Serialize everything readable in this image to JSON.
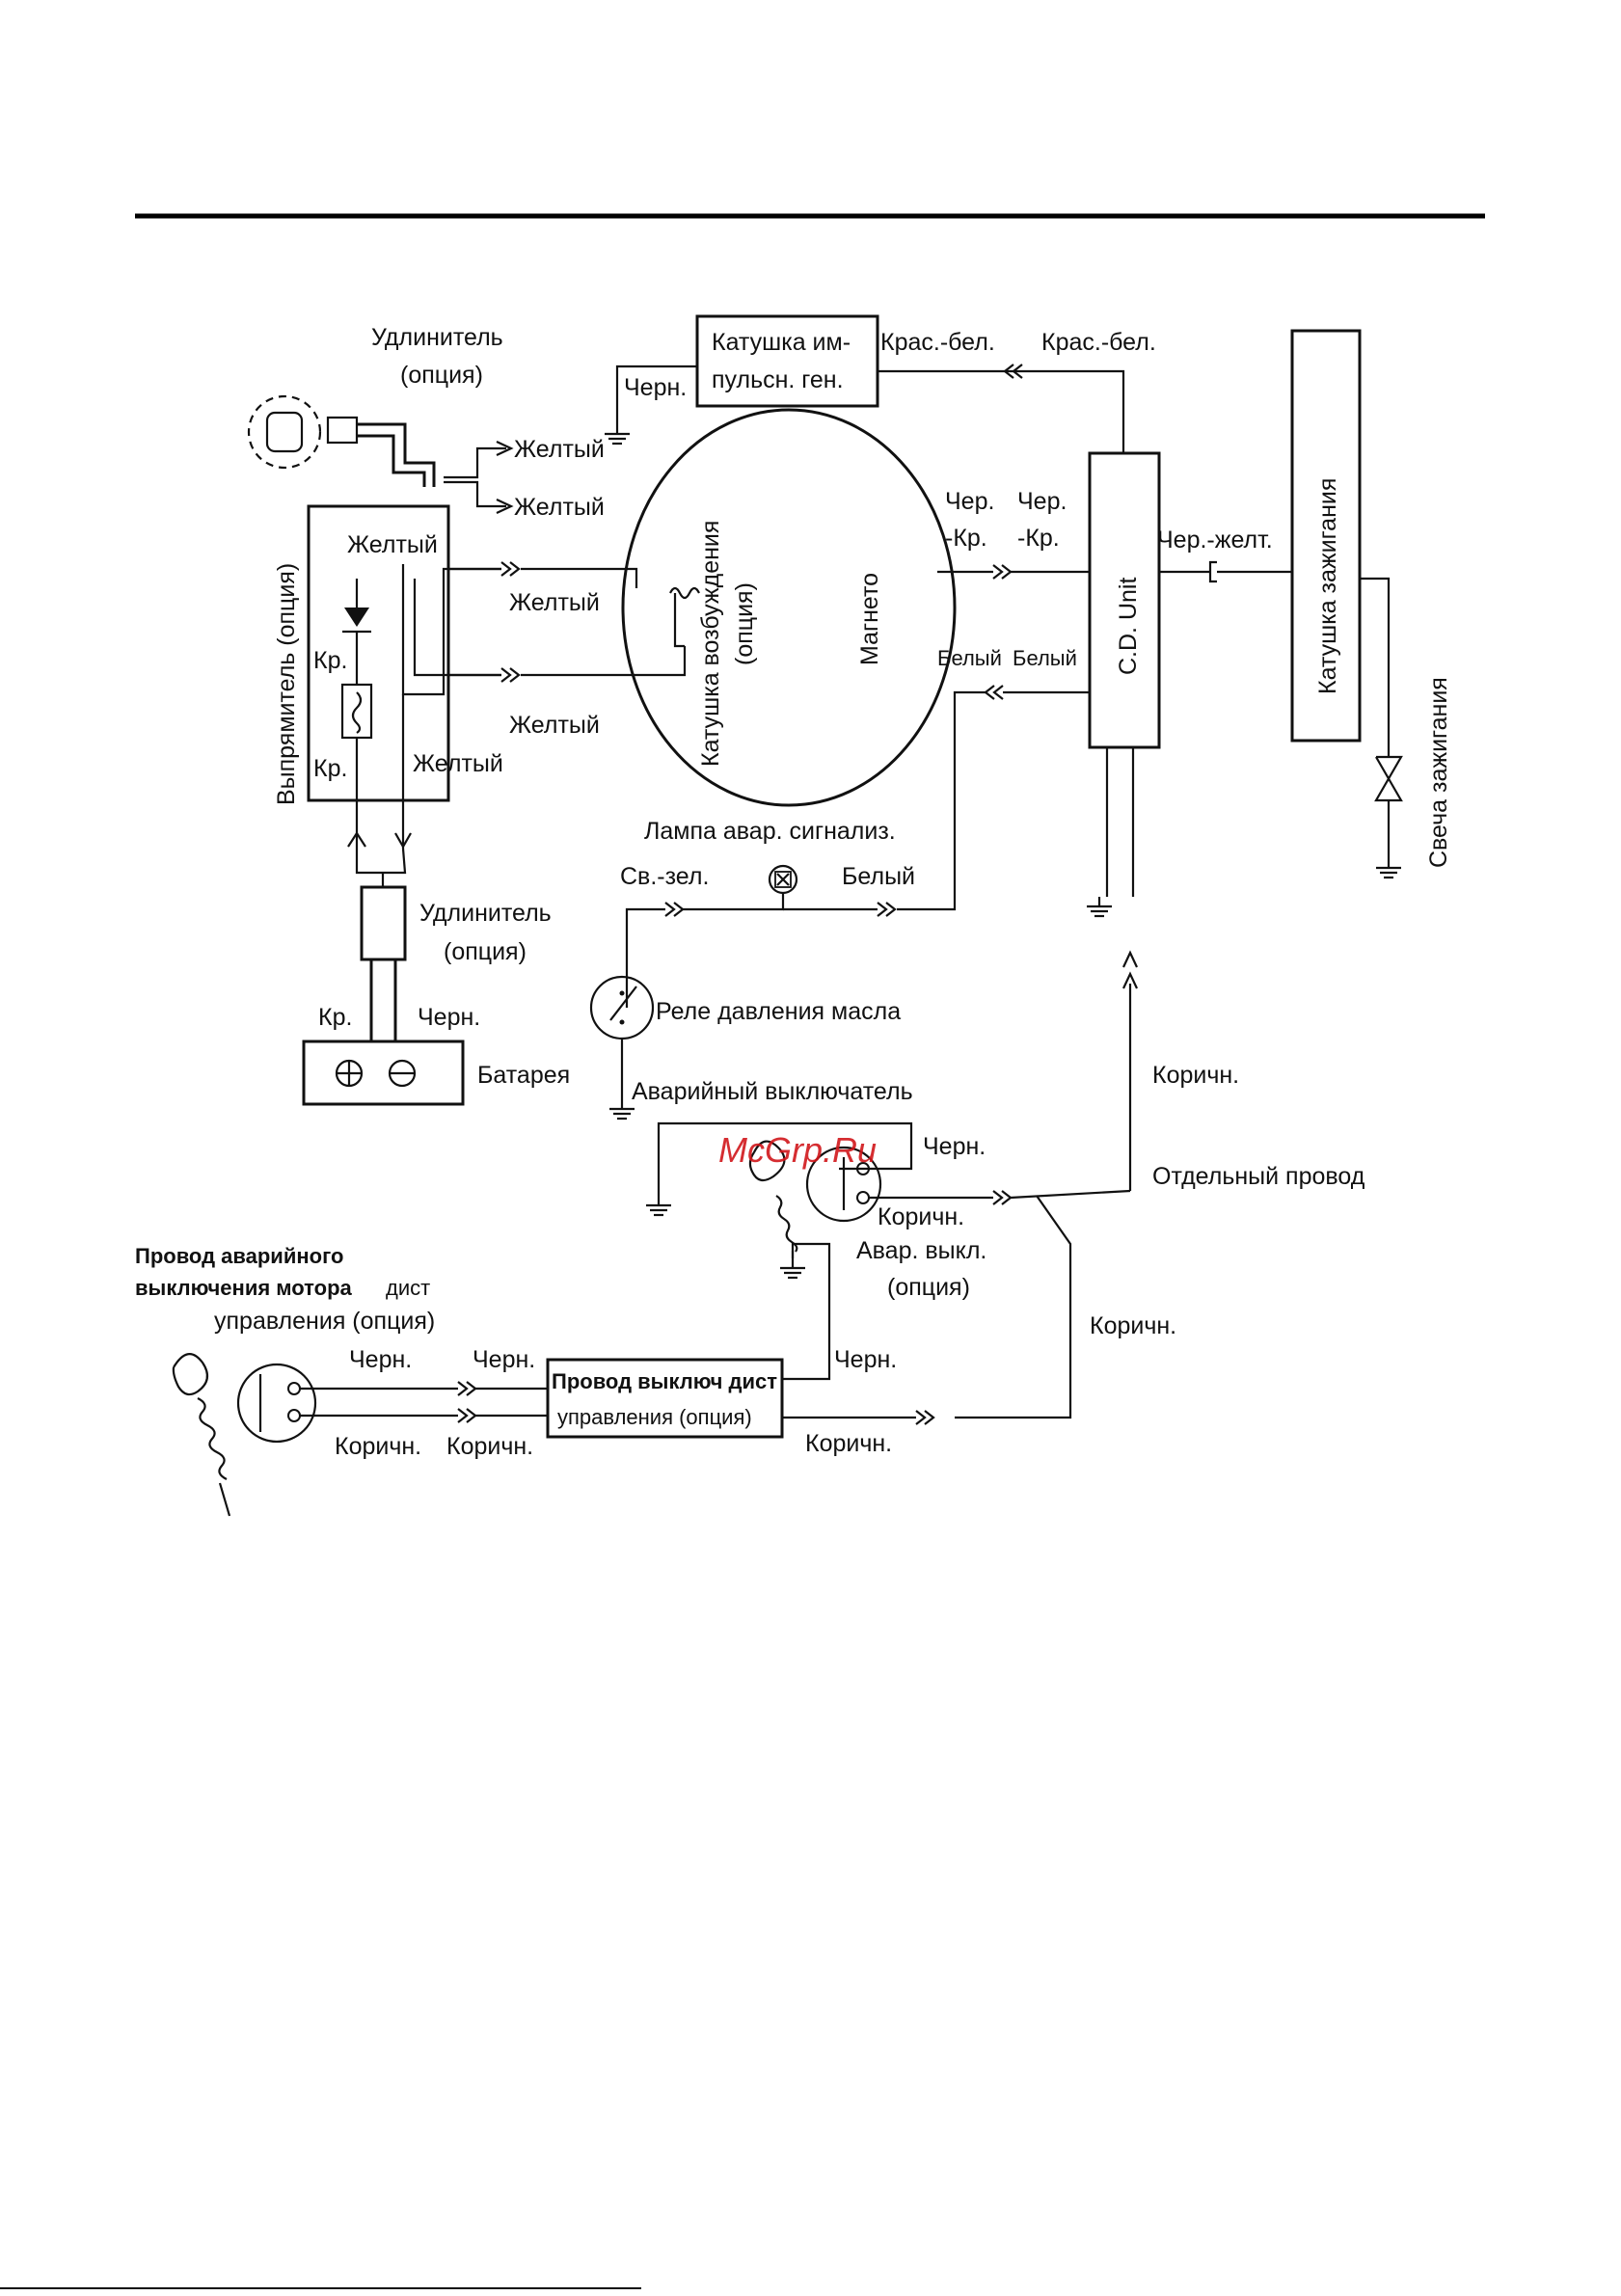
{
  "labels": {
    "ext_top": "Удлинитель",
    "ext_top_opt": "(опция)",
    "pulse_coil_1": "Катушка им-",
    "pulse_coil_2": "пульсн. ген.",
    "kras_bel_1": "Крас.-бел.",
    "kras_bel_2": "Крас.-бел.",
    "chern_pulse": "Черн.",
    "yellow_1": "Желтый",
    "yellow_2": "Желтый",
    "yellow_3": "Желтый",
    "yellow_4": "Желтый",
    "yellow_5": "Желтый",
    "yellow_6": "Желтый",
    "rectifier": "Выпрямитель  (опция)",
    "kr_1": "Кр.",
    "kr_2": "Кр.",
    "exc_coil": "Катушка возбуждения",
    "exc_coil_opt": "(опция)",
    "magneto": "Магнето",
    "cher_kr_1a": "Чер.",
    "cher_kr_1b": "-Кр.",
    "cher_kr_2a": "Чер.",
    "cher_kr_2b": "-Кр.",
    "white_1": "Белый",
    "white_2": "Белый",
    "cd_unit": "C.D. Unit",
    "cher_zhelt": "Чер.-желт.",
    "ign_coil": "Катушка зажигания",
    "spark_plug": "Свеча зажигания",
    "lamp": "Лампа авар. сигнализ.",
    "sv_zel": "Св.-зел.",
    "white_3": "Белый",
    "ext_mid": "Удлинитель",
    "ext_mid_opt": "(опция)",
    "oil_relay": "Реле давления масла",
    "kr_3": "Кр.",
    "chern_bat": "Черн.",
    "battery": "Батарея",
    "brown_1": "Коричн.",
    "emergency_switch": "Аварийный выключатель",
    "chern_es": "Черн.",
    "separate_wire": "Отдельный провод",
    "brown_es": "Коричн.",
    "avar_vykl": "Авар. выкл.",
    "avar_vykl_opt": "(опция)",
    "remote_title_1": "Провод аварийного",
    "remote_title_2": "выключения мотора",
    "remote_title_3": "дист",
    "remote_title_4": "управления (опция)",
    "chern_r1": "Черн.",
    "chern_r2": "Черн.",
    "brown_r1": "Коричн.",
    "brown_r2": "Коричн.",
    "remote_box_1": "Провод выключ дист",
    "remote_box_2": "управления (опция)",
    "chern_r3": "Черн.",
    "brown_r3": "Коричн.",
    "brown_2": "Коричн."
  },
  "watermark": "McGrp.Ru"
}
